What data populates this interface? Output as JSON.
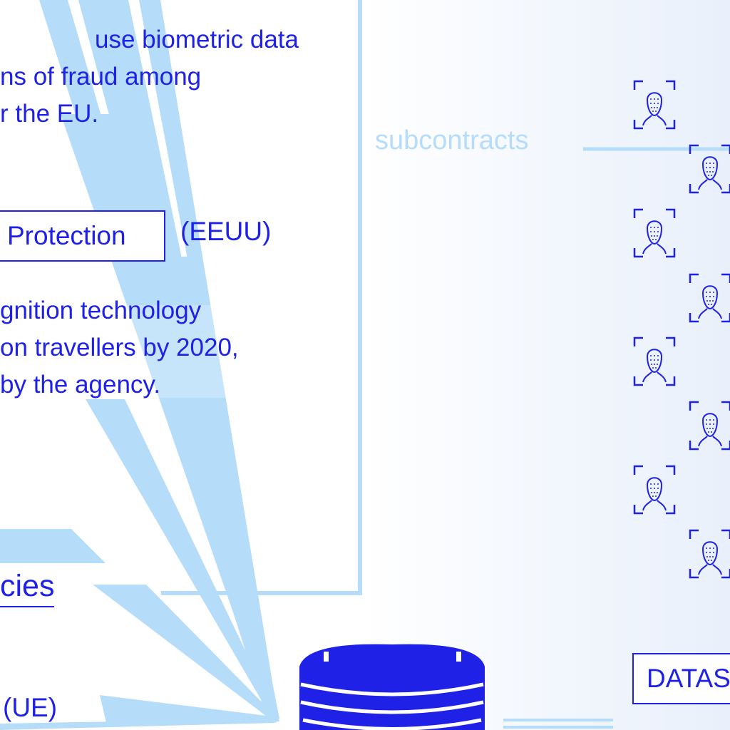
{
  "paragraphs": {
    "top": [
      "...use biometric data",
      "...ns of fraud among",
      "...r the EU."
    ],
    "top_visible": [
      "use biometric data",
      "ns of fraud among",
      "r the EU."
    ],
    "mid": [
      "gnition technology",
      "on travellers by 2020,",
      "by the agency."
    ]
  },
  "labels": {
    "protection": "Protection",
    "eeuu": "(EEUU)",
    "agencies": "cies",
    "ue": "(UE)",
    "subcontracts": "subcontracts",
    "datasets": "DATAS"
  },
  "colors": {
    "primary_blue": "#1f22e6",
    "light_blue": "#b5dcf9",
    "background": "#ffffff"
  },
  "icons": {
    "face_scan": "face-scan-icon",
    "database": "database-icon"
  },
  "face_icon_count": 8
}
